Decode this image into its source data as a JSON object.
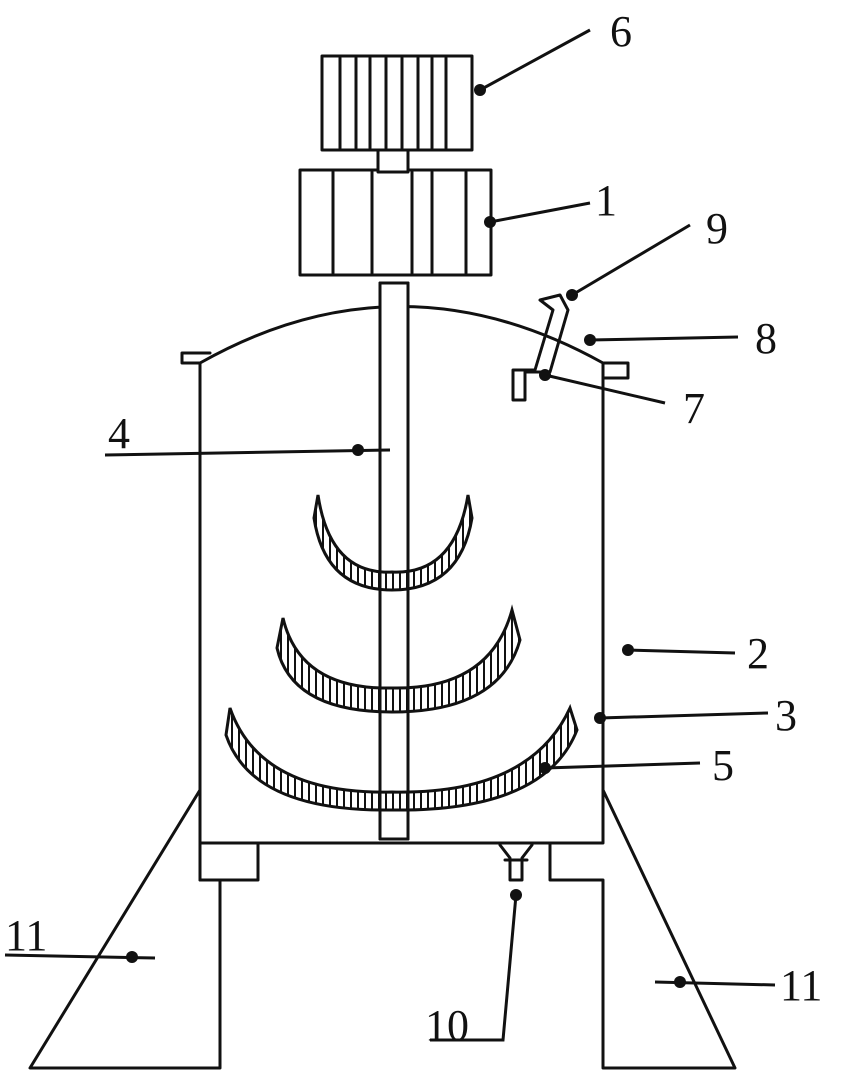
{
  "labels": {
    "l1": "1",
    "l2": "2",
    "l3": "3",
    "l4": "4",
    "l5": "5",
    "l6": "6",
    "l7": "7",
    "l8": "8",
    "l9": "9",
    "l10": "10",
    "l11_left": "11",
    "l11_right": "11"
  }
}
